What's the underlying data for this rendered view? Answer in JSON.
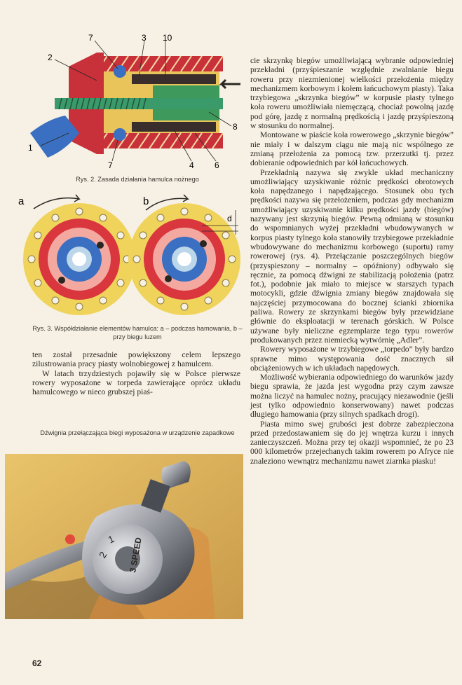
{
  "figure2": {
    "labels": [
      "7",
      "3",
      "10",
      "2",
      "8",
      "1",
      "7",
      "4",
      "6"
    ],
    "caption": "Rys. 2. Zasada działania hamulca nożnego"
  },
  "figure3": {
    "labels": [
      "a",
      "b",
      "d"
    ],
    "caption": "Rys. 3. Współdziałanie elementów hamulca: a – podczas hamowania, b – przy biegu luzem"
  },
  "photo": {
    "caption": "Dźwignia przełączająca biegi wyposażona w urządzenie zapadkowe",
    "dial_numbers": [
      "1",
      "2"
    ],
    "dial_text": "3 SPEED"
  },
  "left_paragraphs": [
    "ten został przesadnie powiększony celem lepszego zilustrowania pracy piasty wolnobiegowej z hamulcem.",
    "W latach trzydziestych pojawiły się w Polsce pierwsze rowery wyposażone w torpeda zawierające oprócz układu hamulcowego w nieco grubszej piaś-"
  ],
  "right_paragraphs": [
    "cie skrzynkę biegów umożliwiającą wybranie odpowiedniej przekładni (przyśpieszanie względnie zwalnianie biegu roweru przy niezmienionej wielkości przełożenia między mechanizmem korbowym i kołem łańcuchowym piasty). Taka trzybiegowa „skrzynka biegów” w korpusie piasty tylnego koła roweru umożliwiała niemęczącą, chociaż powolną jazdę pod górę, jazdę z normalną prędkością i jazdę przyśpieszoną w stosunku do normalnej.",
    "Montowane w piaście koła rowerowego „skrzynie biegów” nie miały i w dalszym ciągu nie mają nic wspólnego ze zmianą przełożenia za pomocą tzw. przerzutki tj. przez dobieranie odpowiednich par kół łańcuchowych.",
    "Przekładnią nazywa się zwykle układ mechaniczny umożliwiający uzyskiwanie różnic prędkości obrotowych koła napędzanego i napędzającego. Stosunek obu tych prędkości nazywa się przełożeniem, podczas gdy mechanizm umożliwiający uzyskiwanie kilku prędkości jazdy (biegów) nazywany jest skrzynią biegów. Pewną odmianą w stosunku do wspomnianych wyżej przekładni wbudowywanych w korpus piasty tylnego koła stanowiły trzybiegowe przekładnie wbudowywane do mechanizmu korbowego (suportu) ramy rowerowej (rys. 4). Przełączanie poszczególnych biegów (przyspieszony – normalny – opóźniony) odbywało się ręcznie, za pomocą dźwigni ze stabilizacją położenia (patrz fot.), podobnie jak miało to miejsce w starszych typach motocykli, gdzie dźwignia zmiany biegów znajdowała się najczęściej przymocowana do bocznej ścianki zbiornika paliwa. Rowery ze skrzynkami biegów były przewidziane głównie do eksploatacji w terenach górskich. W Polsce używane były nieliczne egzemplarze tego typu rowerów produkowanych przez niemiecką wytwórnię „Adler”.",
    "Rowery wyposażone w trzybiegowe „torpedo” były bardzo sprawne mimo występowania dość znacznych sił obciążeniowych w ich układach napędowych.",
    "Możliwość wybierania odpowiedniego do warunków jazdy biegu sprawia, że jazda jest wygodna przy czym zawsze można liczyć na hamulec nożny, pracujący niezawodnie (jeśli jest tylko odpowiednio konserwowany) nawet podczas długiego hamowania (przy silnych spadkach drogi).",
    "Piasta mimo swej grubości jest dobrze zabezpieczona przed przedostawaniem się do jej wnętrza kurzu i innych zanieczyszczeń. Można przy tej okazji wspomnieć, że po 23 000 kilometrów przejechanych takim rowerem po Afryce nie znaleziono wewnątrz mechanizmu nawet ziarnka piasku!"
  ],
  "page_number": "62"
}
